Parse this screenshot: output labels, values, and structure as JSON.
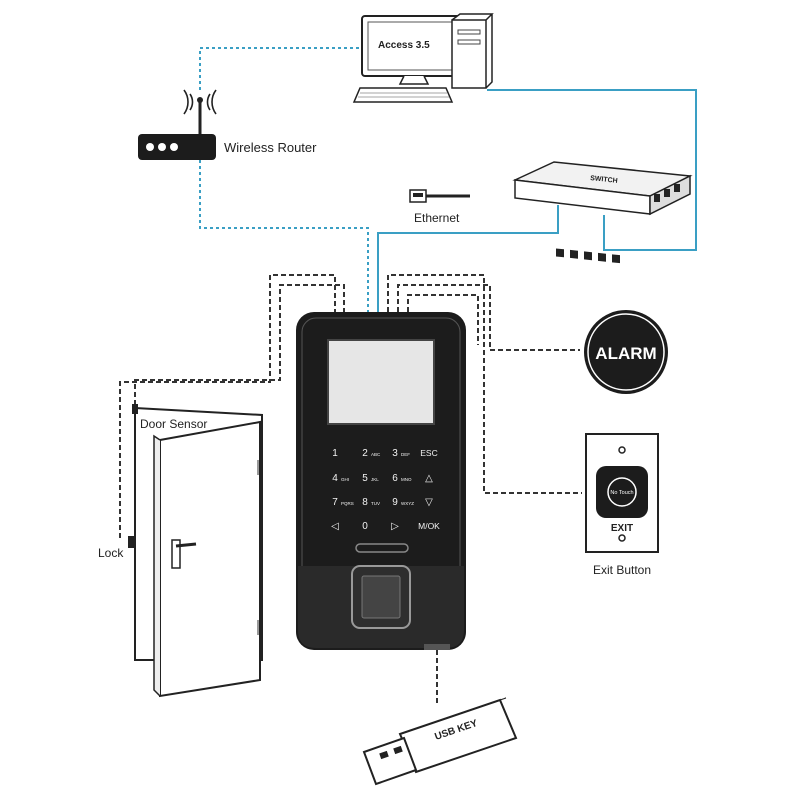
{
  "computer": {
    "screen_text": "Access 3.5"
  },
  "router": {
    "label": "Wireless Router"
  },
  "switch": {
    "label": "SWITCH"
  },
  "ethernet": {
    "label": "Ethernet"
  },
  "door": {
    "sensor_label": "Door Sensor",
    "lock_label": "Lock"
  },
  "alarm": {
    "label": "ALARM"
  },
  "exit_button": {
    "center_text": "No Touch",
    "plate_text": "EXIT",
    "label": "Exit Button"
  },
  "usb": {
    "label": "USB KEY"
  },
  "keypad": {
    "keys": [
      {
        "main": "1",
        "sub": ""
      },
      {
        "main": "2",
        "sub": "ABC"
      },
      {
        "main": "3",
        "sub": "DEF"
      },
      {
        "main": "ESC",
        "sub": ""
      },
      {
        "main": "4",
        "sub": "GHI"
      },
      {
        "main": "5",
        "sub": "JKL"
      },
      {
        "main": "6",
        "sub": "MNO"
      },
      {
        "main": "△",
        "sub": ""
      },
      {
        "main": "7",
        "sub": "PQRS"
      },
      {
        "main": "8",
        "sub": "TUV"
      },
      {
        "main": "9",
        "sub": "WXYZ"
      },
      {
        "main": "▽",
        "sub": ""
      },
      {
        "main": "◁",
        "sub": ""
      },
      {
        "main": "0",
        "sub": ""
      },
      {
        "main": "▷",
        "sub": ""
      },
      {
        "main": "M/OK",
        "sub": ""
      }
    ]
  },
  "colors": {
    "network_line": "#3a9fc4",
    "wire_line": "#333333",
    "device_body": "#1c1c1c"
  }
}
